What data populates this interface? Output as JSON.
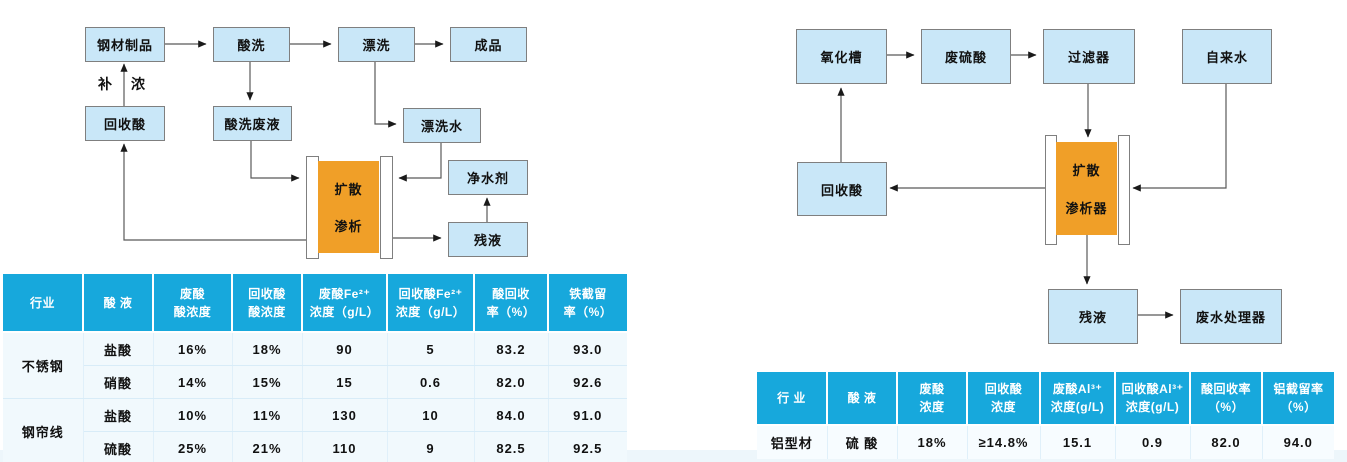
{
  "left_chart": {
    "nodes": {
      "steel_products": "钢材制品",
      "pickling": "酸洗",
      "rinsing": "漂洗",
      "finished_product": "成品",
      "recovered_acid": "回收酸",
      "pickling_waste": "酸洗废液",
      "rinse_water": "漂洗水",
      "water_purifier": "净水剂",
      "residue": "残液",
      "dialysis_line1": "扩散",
      "dialysis_line2": "渗析",
      "replenish_char1": "补",
      "replenish_char2": "浓"
    }
  },
  "right_chart": {
    "nodes": {
      "oxidation_tank": "氧化槽",
      "waste_sulfuric_acid": "废硫酸",
      "filter": "过滤器",
      "tap_water": "自来水",
      "recovered_acid": "回收酸",
      "dialyzer_line1": "扩散",
      "dialyzer_line2": "渗析器",
      "residue": "残液",
      "wastewater_processor": "废水处理器"
    }
  },
  "left_table": {
    "headers": [
      "行业",
      "酸 液",
      "废酸\n酸浓度",
      "回收酸\n酸浓度",
      "废酸Fe²⁺\n浓度（g/L）",
      "回收酸Fe²⁺\n浓度（g/L）",
      "酸回收\n率（%）",
      "铁截留\n率（%）"
    ],
    "group1": {
      "industry": "不锈钢",
      "row1": [
        "盐酸",
        "16%",
        "18%",
        "90",
        "5",
        "83.2",
        "93.0"
      ],
      "row2": [
        "硝酸",
        "14%",
        "15%",
        "15",
        "0.6",
        "82.0",
        "92.6"
      ]
    },
    "group2": {
      "industry": "钢帘线",
      "row1": [
        "盐酸",
        "10%",
        "11%",
        "130",
        "10",
        "84.0",
        "91.0"
      ],
      "row2": [
        "硫酸",
        "25%",
        "21%",
        "110",
        "9",
        "82.5",
        "92.5"
      ]
    }
  },
  "right_table": {
    "headers": [
      "行 业",
      "酸 液",
      "废酸\n浓度",
      "回收酸\n浓度",
      "废酸Al³⁺\n浓度(g/L)",
      "回收酸Al³⁺\n浓度(g/L)",
      "酸回收率\n（%）",
      "铝截留率\n（%）"
    ],
    "row1": [
      "铝型材",
      "硫 酸",
      "18%",
      "≥14.8%",
      "15.1",
      "0.9",
      "82.0",
      "94.0"
    ]
  },
  "colors": {
    "node_fill": "#c9e7f8",
    "node_border": "#7f7f7f",
    "dialyzer_fill": "#f09f28",
    "table_header_bg": "#17a8dc",
    "table_body_bg": "#f1f9fd",
    "connector_line": "#595959"
  }
}
